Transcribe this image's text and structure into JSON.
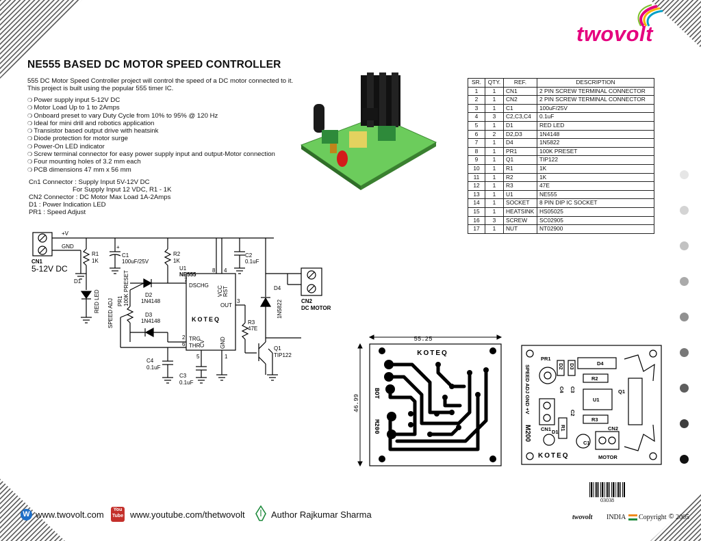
{
  "brand": {
    "name": "twovolt"
  },
  "title": "NE555 BASED DC MOTOR SPEED CONTROLLER",
  "intro": "555 DC Motor Speed Controller project will control the speed of a DC motor connected to it.  This project is built using the popular 555 timer IC.",
  "features": [
    "Power supply input 5-12V DC",
    "Motor Load Up to 1 to 2Amps",
    "Onboard preset to vary Duty Cycle from 10% to 95% @ 120 Hz",
    "Ideal for mini drill and robotics application",
    "Transistor based output drive with heatsink",
    "Diode protection for motor surge",
    "Power-On LED indicator",
    "Screw terminal connector for easy power supply input and output-Motor connection",
    "Four mounting holes of 3.2 mm each",
    "PCB dimensions 47 mm x 56 mm"
  ],
  "connectors": [
    "Cn1 Connector : Supply Input 5V-12V DC",
    "                        For Supply Input 12 VDC, R1 - 1K",
    "CN2 Connector : DC Motor Max Load 1A-2Amps",
    "D1 : Power Indication LED",
    "PR1 : Speed Adjust"
  ],
  "bom": {
    "headers": [
      "SR.",
      "QTY.",
      "REF.",
      "DESCRIPTION"
    ],
    "rows": [
      [
        "1",
        "1",
        "CN1",
        "2 PIN SCREW TERMINAL CONNECTOR"
      ],
      [
        "2",
        "1",
        "CN2",
        "2 PIN SCREW TERMINAL CONNECTOR"
      ],
      [
        "3",
        "1",
        "C1",
        "100uF/25V"
      ],
      [
        "4",
        "3",
        "C2,C3,C4",
        "0.1uF"
      ],
      [
        "5",
        "1",
        "D1",
        "RED LED"
      ],
      [
        "6",
        "2",
        "D2,D3",
        "1N4148"
      ],
      [
        "7",
        "1",
        "D4",
        "1N5822"
      ],
      [
        "8",
        "1",
        "PR1",
        "100K PRESET"
      ],
      [
        "9",
        "1",
        "Q1",
        "TIP122"
      ],
      [
        "10",
        "1",
        "R1",
        "1K"
      ],
      [
        "11",
        "1",
        "R2",
        "1K"
      ],
      [
        "12",
        "1",
        "R3",
        "47E"
      ],
      [
        "13",
        "1",
        "U1",
        "NE555"
      ],
      [
        "14",
        "1",
        "SOCKET",
        "8 PIN DIP IC SOCKET"
      ],
      [
        "15",
        "1",
        "HEATSINK",
        "HS05025"
      ],
      [
        "16",
        "3",
        "SCREW",
        "SC02905"
      ],
      [
        "17",
        "1",
        "NUT",
        "NT02900"
      ]
    ]
  },
  "schematic": {
    "vplus": "+V",
    "gnd": "GND",
    "cn1": "CN1",
    "cn1_range": "5-12V DC",
    "r1": "R1",
    "r1_val": "1K",
    "c1": "C1",
    "c1_val": "100uF/25V",
    "plus": "+",
    "r2": "R2",
    "r2_val": "1K",
    "u1": "U1",
    "u1_val": "NE555",
    "c2": "C2",
    "c2_val": "0.1uF",
    "d1": "D1",
    "d1_val": "RED LED",
    "pr1": "PR1",
    "pr1_val": "100K PRESET",
    "speed_adj": "SPEED ADJ",
    "d2": "D2",
    "d2_val": "1N4148",
    "d3": "D3",
    "d3_val": "1N4148",
    "dschg": "DSCHG",
    "vcc": "VCC",
    "rst": "RST",
    "out": "OUT",
    "trg": "TRG",
    "thr": "THR",
    "cv": "CV",
    "gnd_pin": "GND",
    "pin7": "7",
    "pin8": "8",
    "pin4": "4",
    "pin3": "3",
    "pin2": "2",
    "pin6": "6",
    "pin5": "5",
    "pin1": "1",
    "koteq": "KOTEQ",
    "d4": "D4",
    "d4_val": "1N5822",
    "cn2": "CN2",
    "cn2_val": "DC MOTOR",
    "r3": "R3",
    "r3_val": "47E",
    "q1": "Q1",
    "q1_val": "TIP122",
    "c4": "C4",
    "c4_val": "0.1uF",
    "c3": "C3",
    "c3_val": "0.1uF"
  },
  "pcb": {
    "width_dim": "55.25",
    "height_dim": "46.99",
    "bot_label": "BOT",
    "code": "M200",
    "koteq": "KOTEQ"
  },
  "silk": {
    "pr1": "PR1",
    "d2": "D2",
    "d3": "D3",
    "d4": "D4",
    "r2": "R2",
    "u1": "U1",
    "q1": "Q1",
    "r3": "R3",
    "c4": "C4",
    "c3": "C3",
    "c2": "C2",
    "r1": "R1",
    "d1": "D1",
    "c1": "C1",
    "cn1": "CN1",
    "cn2": "CN2",
    "motor": "MOTOR",
    "side_text": "SPEED ADJ GND +V",
    "code": "M200",
    "koteq": "KOTEQ"
  },
  "barcode_number": "03038",
  "footer": {
    "website": "www.twovolt.com",
    "yt_icon_label": "You Tube",
    "youtube": "www.youtube.com/thetwovolt",
    "author": "Author Rajkumar Sharma",
    "brand": "twovolt",
    "country": "INDIA",
    "copyright": "Copyright",
    "year": "2005"
  },
  "colors": {
    "brand_magenta": "#e5007e",
    "flag_orange": "#f08a1c",
    "flag_green": "#1e8a3c"
  },
  "side_dots": [
    "#e6e6e6",
    "#d4d4d4",
    "#c2c2c2",
    "#aaaaaa",
    "#919191",
    "#787878",
    "#5e5e5e",
    "#3d3d3d",
    "#111111"
  ]
}
